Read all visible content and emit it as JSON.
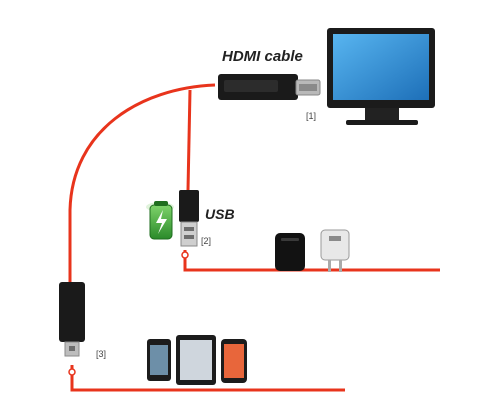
{
  "labels": {
    "hdmi_cable": "HDMI cable",
    "usb": "USB",
    "port_tv": "[1]",
    "port_usb": "[2]",
    "port_mobile": "[3]"
  },
  "icons": {
    "tv": "tv-monitor-icon",
    "battery": "battery-charging-icon",
    "power_bank": "power-bank-icon",
    "wall_charger": "wall-charger-icon",
    "phone_1": "smartphone-icon",
    "tablet": "tablet-icon",
    "phone_2": "smartphone-icon"
  },
  "colors": {
    "cable_red": "#e8341c",
    "connector_black": "#1a1a1a",
    "screen_blue": "#2f8fd6",
    "battery_green": "#3aa635"
  }
}
